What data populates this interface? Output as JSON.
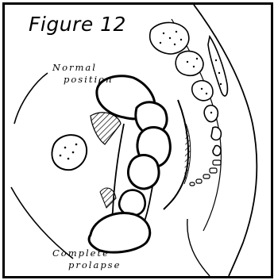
{
  "figure": {
    "title": "Figure 12",
    "labels": {
      "normal_line1": "Normal",
      "normal_line2": "position",
      "complete_line1": "Complete",
      "complete_line2": "prolapse"
    }
  }
}
